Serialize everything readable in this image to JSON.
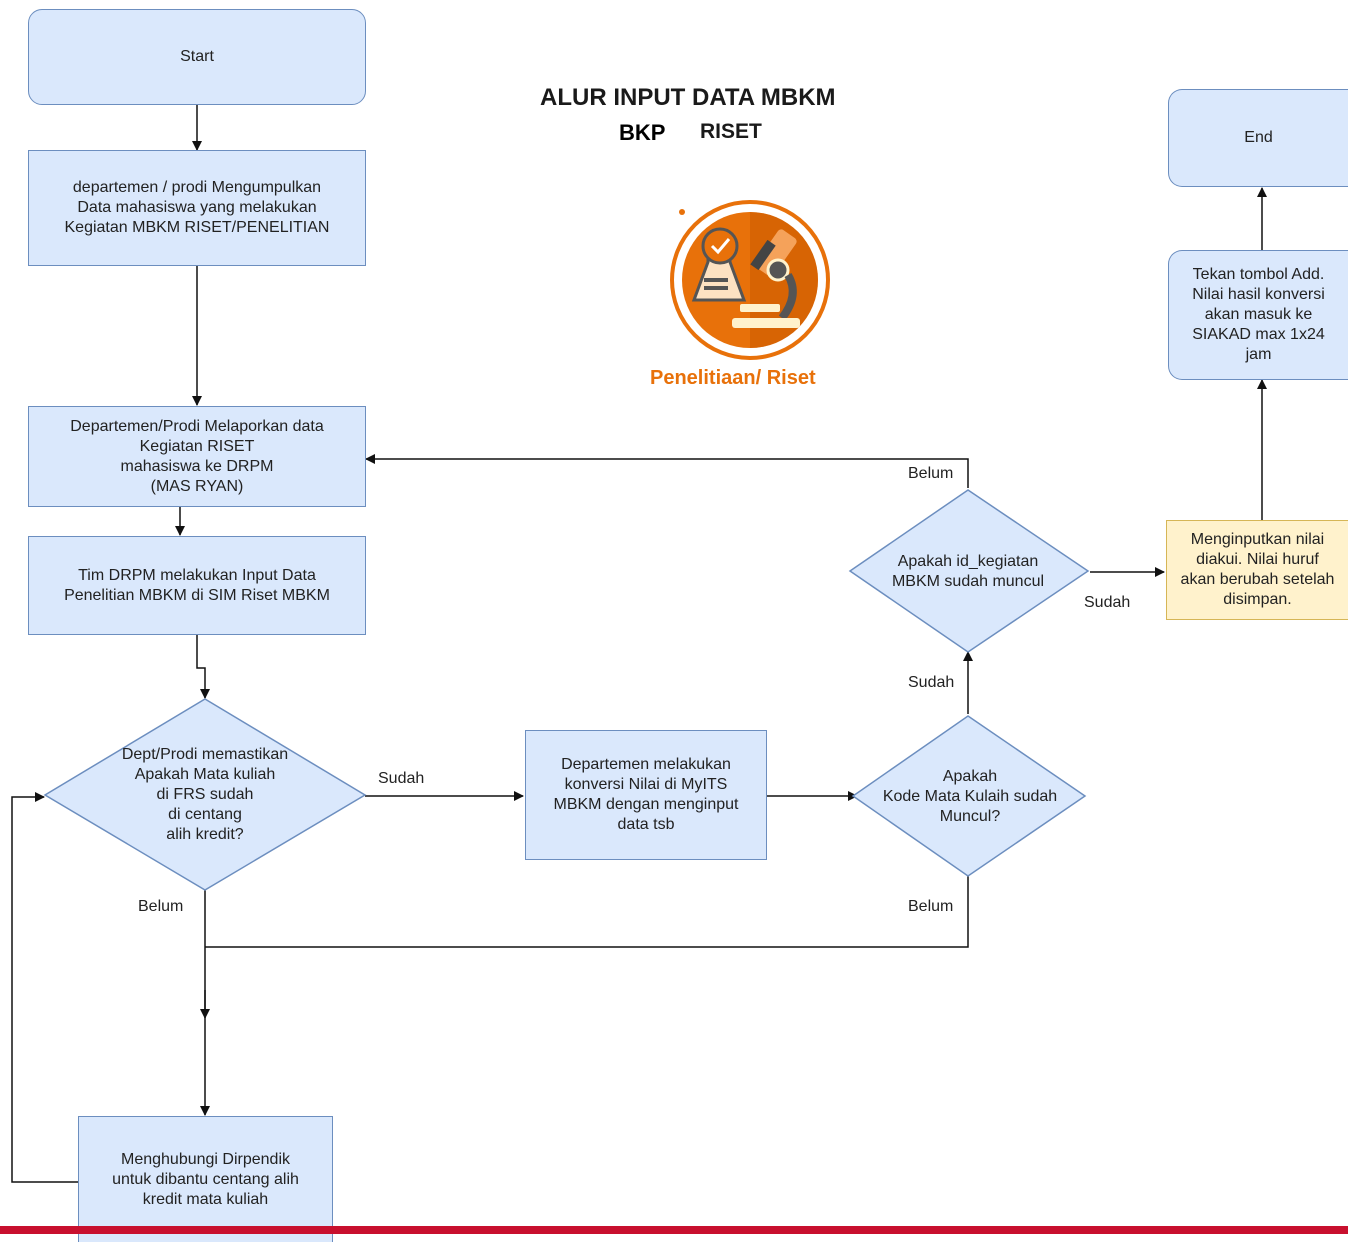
{
  "title": {
    "line1": "ALUR INPUT DATA MBKM",
    "bkp": "BKP",
    "riset": "RISET"
  },
  "logo": {
    "caption": "Penelitiaan/ Riset",
    "icon": "microscope-icon",
    "accent": "#e8710a",
    "dark": "#b84a00"
  },
  "colors": {
    "box_fill": "#dae8fc",
    "box_border": "#6c8ebf",
    "note_fill": "#fff2cc",
    "note_border": "#d6b656",
    "footer": "#c8102e"
  },
  "nodes": {
    "start": "Start",
    "collect": "departemen / prodi Mengumpulkan\nData mahasiswa yang melakukan\nKegiatan MBKM RISET/PENELITIAN",
    "report": "Departemen/Prodi Melaporkan data\nKegiatan RISET\nmahasiswa ke DRPM\n(MAS RYAN)",
    "drpm_input": "Tim DRPM melakukan Input Data\nPenelitian MBKM di SIM Riset MBKM",
    "check_frs": "Dept/Prodi memastikan\nApakah Mata kuliah\ndi FRS sudah\ndi centang\nalih kredit?",
    "convert": "Departemen melakukan\nkonversi Nilai di MyITS\nMBKM dengan menginput\ndata tsb",
    "check_code": "Apakah\nKode Mata Kulaih sudah\nMuncul?",
    "check_id": "Apakah id_kegiatan\nMBKM sudah muncul",
    "input_grade": "Menginputkan nilai\ndiakui. Nilai huruf\nakan berubah setelah\ndisimpan.",
    "add": "Tekan tombol Add.\nNilai hasil konversi\nakan masuk ke\nSIAKAD max 1x24\njam",
    "end": "End",
    "contact": "Menghubungi Dirpendik\nuntuk dibantu centang alih\nkredit mata kuliah"
  },
  "edge_labels": {
    "frs_yes": "Sudah",
    "frs_no": "Belum",
    "code_yes": "Sudah",
    "code_no": "Belum",
    "id_yes": "Sudah",
    "id_no": "Belum"
  }
}
